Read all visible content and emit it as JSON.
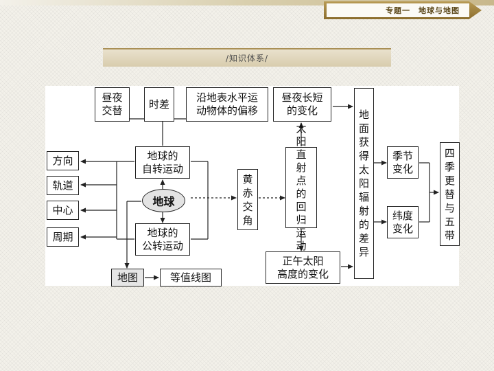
{
  "header": {
    "topic": "专题一",
    "title": "地球与地图",
    "section": "/知识体系/"
  },
  "diagram": {
    "day_night_alternation": "昼夜\n交替",
    "time_difference": "时差",
    "deflection": "沿地表水平运\n动物体的偏移",
    "day_length_change": "昼夜长短\n的变化",
    "solar_radiation_difference": "地\n面\n获\n得\n太\n阳\n辐\n射\n的\n差\n异",
    "rotation": "地球的\n自转运动",
    "revolution": "地球的\n公转运动",
    "earth": "地球",
    "direction": "方向",
    "orbit": "轨道",
    "center": "中心",
    "period": "周期",
    "ecliptic_angle": "黄\n赤\n交\n角",
    "subsolar_migration": "太\n阳\n直\n射\n点\n的\n回\n归\n运\n动",
    "seasonal_change": "季节\n变化",
    "latitude_change": "纬度\n变化",
    "seasons_zones": "四\n季\n更\n替\n与\n五\n带",
    "noon_altitude": "正午太阳\n高度的变化",
    "map": "地图",
    "contour_map": "等值线图"
  }
}
